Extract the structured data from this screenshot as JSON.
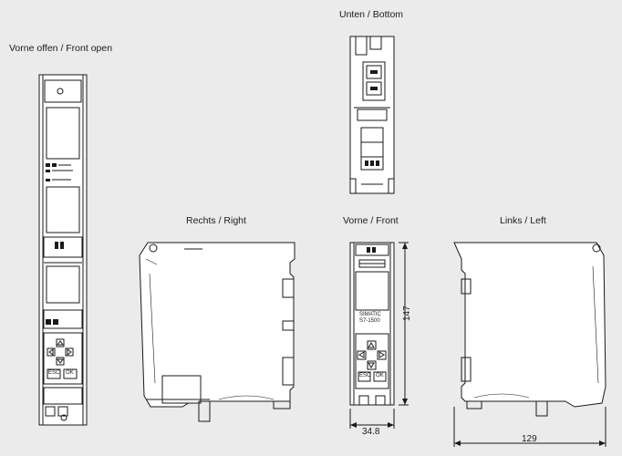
{
  "views": {
    "front_open": "Vorne offen / Front open",
    "bottom": "Unten / Bottom",
    "right": "Rechts / Right",
    "front": "Vorne / Front",
    "left": "Links / Left"
  },
  "dimensions": {
    "height": "147",
    "width_front": "34.8",
    "depth": "129"
  },
  "device_label": {
    "line1": "SIMATIC",
    "line2": "S7-1500"
  },
  "keypad": {
    "esc": "ESC",
    "ok": "OK"
  }
}
